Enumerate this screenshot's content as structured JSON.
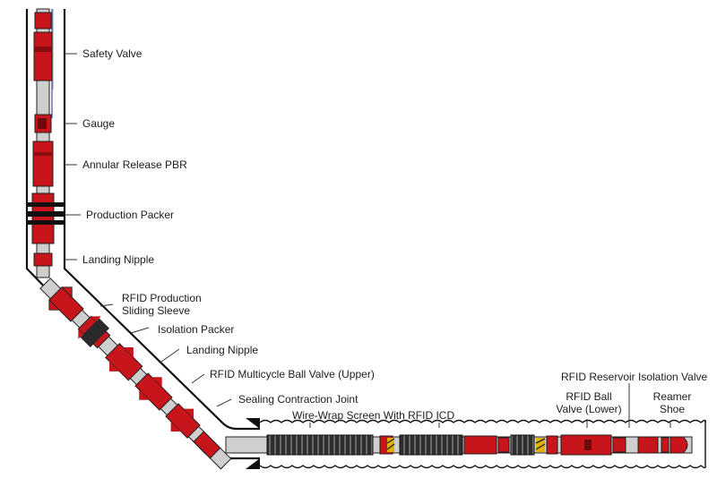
{
  "labels": {
    "safety_valve": "Safety Valve",
    "gauge": "Gauge",
    "annular_release_pbr": "Annular Release PBR",
    "production_packer": "Production Packer",
    "landing_nipple_upper": "Landing Nipple",
    "rfid_production_sliding_sleeve": [
      "RFID Production",
      "Sliding Sleeve"
    ],
    "isolation_packer": "Isolation Packer",
    "landing_nipple_lower": "Landing Nipple",
    "rfid_multicycle_ball_valve_upper": "RFID Multicycle Ball Valve (Upper)",
    "sealing_contraction_joint": "Sealing Contraction Joint",
    "wire_wrap_screen": "Wire-Wrap Screen With RFID ICD",
    "rfid_reservoir_isolation_valve": "RFID Reservoir Isolation Valve",
    "rfid_ball_valve_lower": [
      "RFID Ball",
      "Valve (Lower)"
    ],
    "reamer_shoe": [
      "Reamer",
      "Shoe"
    ]
  },
  "colors": {
    "tool_red": "#c8141b",
    "tool_red_dark": "#8a0d10",
    "pipe_grey": "#cfcfcf",
    "screen_dark": "#2e2e2e",
    "outline": "#111111",
    "leader": "#333333",
    "icd_yellow": "#e0b000"
  }
}
